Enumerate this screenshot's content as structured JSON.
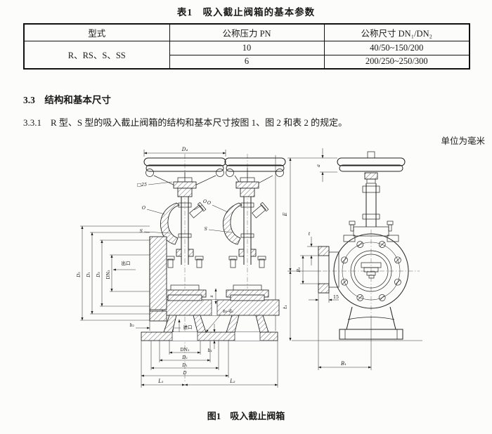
{
  "table": {
    "title": "表1　吸入截止阀箱的基本参数",
    "headers": [
      "型式",
      "公称压力 PN",
      "公称尺寸 DN₁/DN₂"
    ],
    "type_cell": "R、RS、S、SS",
    "rows": [
      {
        "pn": "10",
        "dn": "40/50~150/200"
      },
      {
        "pn": "6",
        "dn": "200/250~250/300"
      }
    ]
  },
  "section": {
    "heading": "3.3　结构和基本尺寸",
    "clause": "3.3.1　R 型、S 型的吸入截止阀箱的结构和基本尺寸按图 1、图 2 和表 2 的规定。",
    "unit_note": "单位为毫米"
  },
  "figure": {
    "caption": "图1　吸入截止阀箱"
  },
  "drawing": {
    "labels": {
      "d4": "D₄",
      "square25": "□25",
      "o": "O",
      "s_part": "S",
      "outlet": "出口",
      "inlet": "进口",
      "d2_out": "D₂",
      "d1_out": "D₁",
      "d3_out": "D₃",
      "dn2": "DN₂",
      "dn1": "DN₁",
      "d2_in": "D₂",
      "d1_in": "D₁",
      "d_in": "D",
      "l1": "L₁",
      "l2": "L₂",
      "b1": "b₁",
      "b2": "b₂",
      "n1d1": "n₁-d₁",
      "n2d2": "n₂-d₂",
      "s_dim": "s",
      "a": "a",
      "e": "E",
      "t": "t",
      "t1": "t₁",
      "b2_side": "B₂",
      "b1_base": "B₁",
      "dim15": "15"
    }
  }
}
